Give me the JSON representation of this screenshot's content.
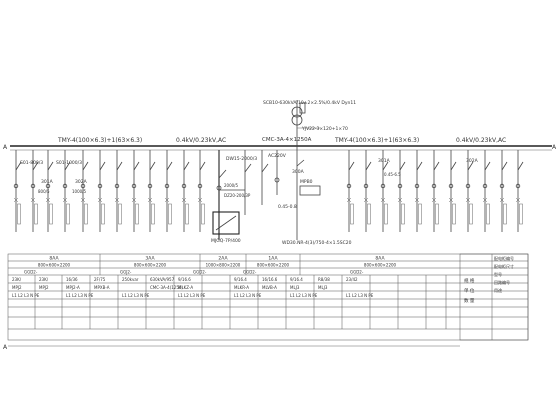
{
  "incoming": {
    "transformer_label": "SCB10-630kVA/10±2×2.5%/0.4kV Dyn11",
    "cable_label": "YJV22-3×120+1×70",
    "cabinet_label": "CMC-3A-4×1250A",
    "voltage_label": "AC220V"
  },
  "busbars": {
    "left_spec": "TMY-4(100×6.3)+1(63×6.3)",
    "left_voltage": "0.4kV/0.23kV,AC",
    "right_spec": "TMY-4(100×6.3)+1(63×6.3)",
    "right_voltage": "0.4kV/0.23kV,AC",
    "left_end_mark": "A",
    "right_end_mark": "A",
    "bottom_mark": "A"
  },
  "left_group": {
    "breaker_a": "S01-800/3",
    "breaker_b": "S01-1000/3",
    "ct_a": "800/5",
    "ct_b": "1000/5",
    "switch_a": "301A",
    "switch_b": "302A"
  },
  "center_group": {
    "main_breaker": "DW15-2000/3",
    "ct": "2000/5",
    "breaker_small": "DZ20-200/3P",
    "capacitor_label": "MJGQ-7P/400",
    "inductor_label": "0.45-0.8",
    "hv_label": "300A",
    "meter_label": "MPB0"
  },
  "right_group": {
    "breaker": "301A",
    "ct": "0.45-6.5",
    "switch": "302A"
  },
  "bottom_note": "WD30.NR-4(3)/750-4×1.5SC20",
  "table": {
    "cabinet_numbers": [
      "8AA",
      "3AA",
      "2AA",
      "1AA",
      "8AA"
    ],
    "cabinet_sizes": [
      "800×600×2200",
      "800×600×2200",
      "1000×800×2200",
      "800×600×2200",
      "800×600×2200"
    ],
    "cabinet_types": [
      "GGD2-",
      "GGJ2-",
      "GGD2-",
      "GGD2-",
      "GGD2-"
    ],
    "row_capacity": [
      "23K/",
      "23K/",
      "16/36",
      "2F/75",
      "250kvar",
      "630kVA/957",
      "9/16.6",
      "9/16.4",
      "16/16.6",
      "9/16.4",
      "R8/38",
      "23/42"
    ],
    "row_model": [
      "MPJ2",
      "MPJ2",
      "MPJ2-A",
      "MPXB-A",
      "",
      "CMC-3A-4(1250)",
      "MLKZ-A",
      "MLKR-A",
      "MLVB-A",
      "MLJ3",
      "MLJ3",
      ""
    ],
    "row_phase": [
      "L1 L2 L3 N PE",
      "L1 L2 L3 N PE",
      "L1 L2 L3 N PE",
      "L1 L2 L3 N PE",
      "L1 L2 L3 N PE",
      "L1 L2 L3 N PE",
      "L1 L2 L3 N PE"
    ],
    "side_labels": [
      "配电柜编号",
      "配电柜尺寸",
      "型号",
      "回路编号",
      "用途"
    ],
    "side_values": [
      "规 格",
      "单 位",
      "数 量"
    ]
  }
}
